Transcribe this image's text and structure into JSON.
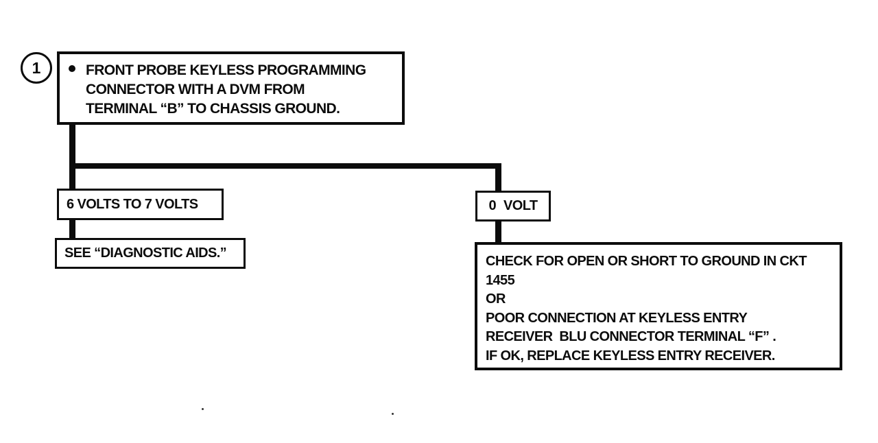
{
  "colors": {
    "ink": "#0c0c0c",
    "paper": "#ffffff"
  },
  "flow": {
    "step_number": "1",
    "instruction": {
      "bullet_icon": "filled-circle-bullet",
      "lines": [
        "FRONT PROBE KEYLESS PROGRAMMING",
        "CONNECTOR WITH A DVM FROM",
        "TERMINAL “B” TO CHASSIS GROUND."
      ]
    },
    "left_branch": {
      "condition": "6 VOLTS TO 7 VOLTS",
      "action": "SEE “DIAGNOSTIC AIDS.”"
    },
    "right_branch": {
      "condition": "0 VOLT",
      "action_lines": [
        "CHECK FOR OPEN OR SHORT TO GROUND IN CKT",
        "1455",
        "OR",
        "POOR CONNECTION AT KEYLESS ENTRY",
        "RECEIVER  BLU CONNECTOR TERMINAL “F” .",
        "IF OK, REPLACE KEYLESS ENTRY RECEIVER."
      ]
    }
  }
}
